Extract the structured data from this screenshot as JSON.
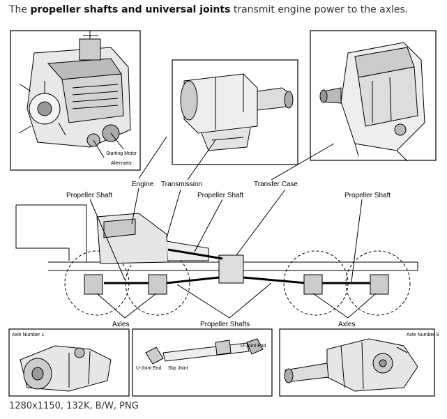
{
  "caption": {
    "prefix": "The ",
    "bold": "propeller shafts and universal joints",
    "suffix": " transmit engine power to the axles."
  },
  "labels": {
    "engine": "Engine",
    "transmission": "Transmission",
    "transfer_case": "Transfer Case",
    "propeller_shaft_left": "Propeller Shaft",
    "propeller_shaft_mid": "Propeller Shaft",
    "propeller_shaft_right": "Propeller Shaft",
    "axles_left": "Axles",
    "axles_right": "Axles",
    "propeller_shafts": "Propeller Shafts",
    "starting_motor": "Starting Motor",
    "alternator": "Alternator",
    "axle_number_1": "Axle Number 1",
    "axle_number_3": "Axle Number 3",
    "u_joint_end_left": "U-Joint End",
    "slip_joint": "Slip Joint",
    "u_joint_end_right": "U-Joint End"
  },
  "footer": "1280x1150, 132K, B/W, PNG"
}
